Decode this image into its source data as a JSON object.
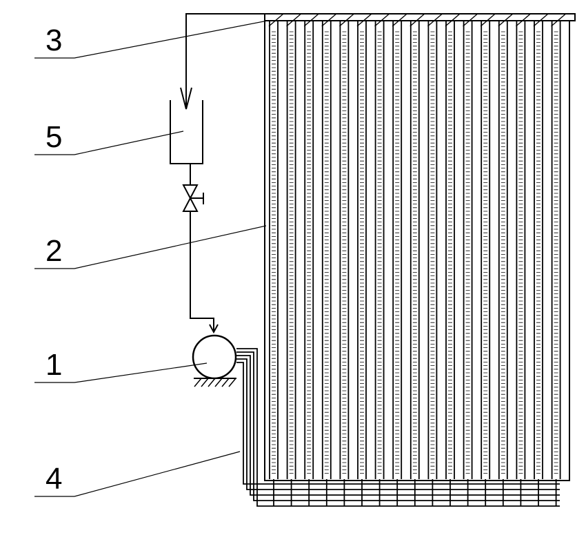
{
  "callouts": [
    {
      "id": "pump",
      "label": "1"
    },
    {
      "id": "drip-tubes",
      "label": "2"
    },
    {
      "id": "supply-header",
      "label": "3"
    },
    {
      "id": "return-lines",
      "label": "4"
    },
    {
      "id": "reservoir",
      "label": "5"
    }
  ],
  "tube_count": 17,
  "colors": {
    "line": "#000000",
    "background": "#ffffff"
  }
}
